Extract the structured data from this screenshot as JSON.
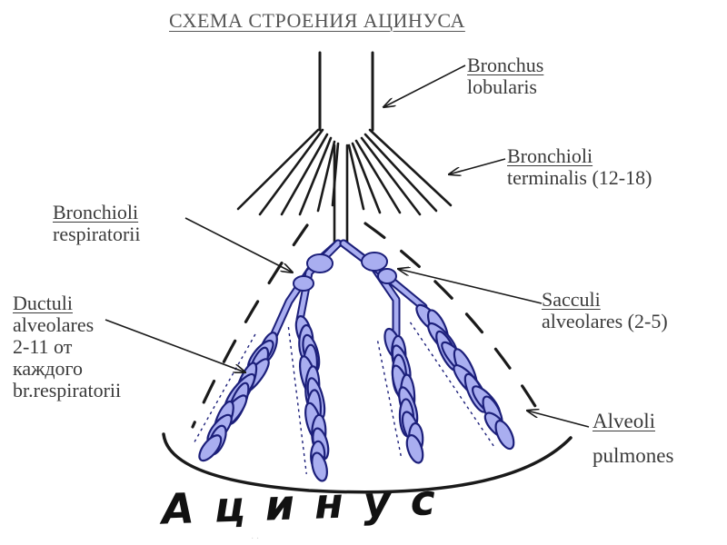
{
  "title": "СХЕМА СТРОЕНИЯ АЦИНУСА",
  "labels": {
    "bronchus": [
      "Bronchus",
      "lobularis"
    ],
    "bronchioli_terminalis": [
      "Bronchioli",
      "terminalis (12-18)"
    ],
    "bronchioli_respiratorii": [
      "Bronchioli",
      "respiratorii"
    ],
    "ductuli": [
      "Ductuli",
      "alveolares",
      "2-11 от",
      "каждого",
      "br.respiratorii"
    ],
    "sacculi": [
      "Sacculi",
      "alveolares (2-5)"
    ],
    "alveoli": [
      "Alveoli",
      "pulmones"
    ]
  },
  "acinus_label": "Ацинус",
  "colors": {
    "ink": "#1a1a1a",
    "alveoli_fill": "#a9aef0",
    "alveoli_stroke": "#1c1f7a",
    "label_text": "#3a3a3a"
  }
}
